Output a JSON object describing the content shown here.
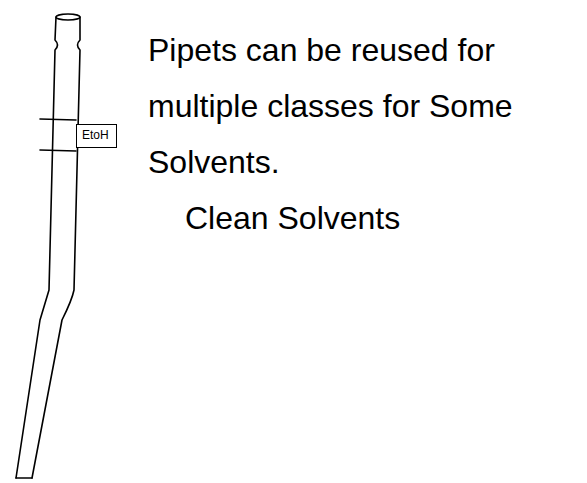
{
  "diagram": {
    "nodes": [
      {
        "text": [
          "EtoH"
        ]
      }
    ],
    "labels": [
      "Pipets can be reused for multiple classes for Some Solvents.",
      "Clean Solvents"
    ]
  }
}
